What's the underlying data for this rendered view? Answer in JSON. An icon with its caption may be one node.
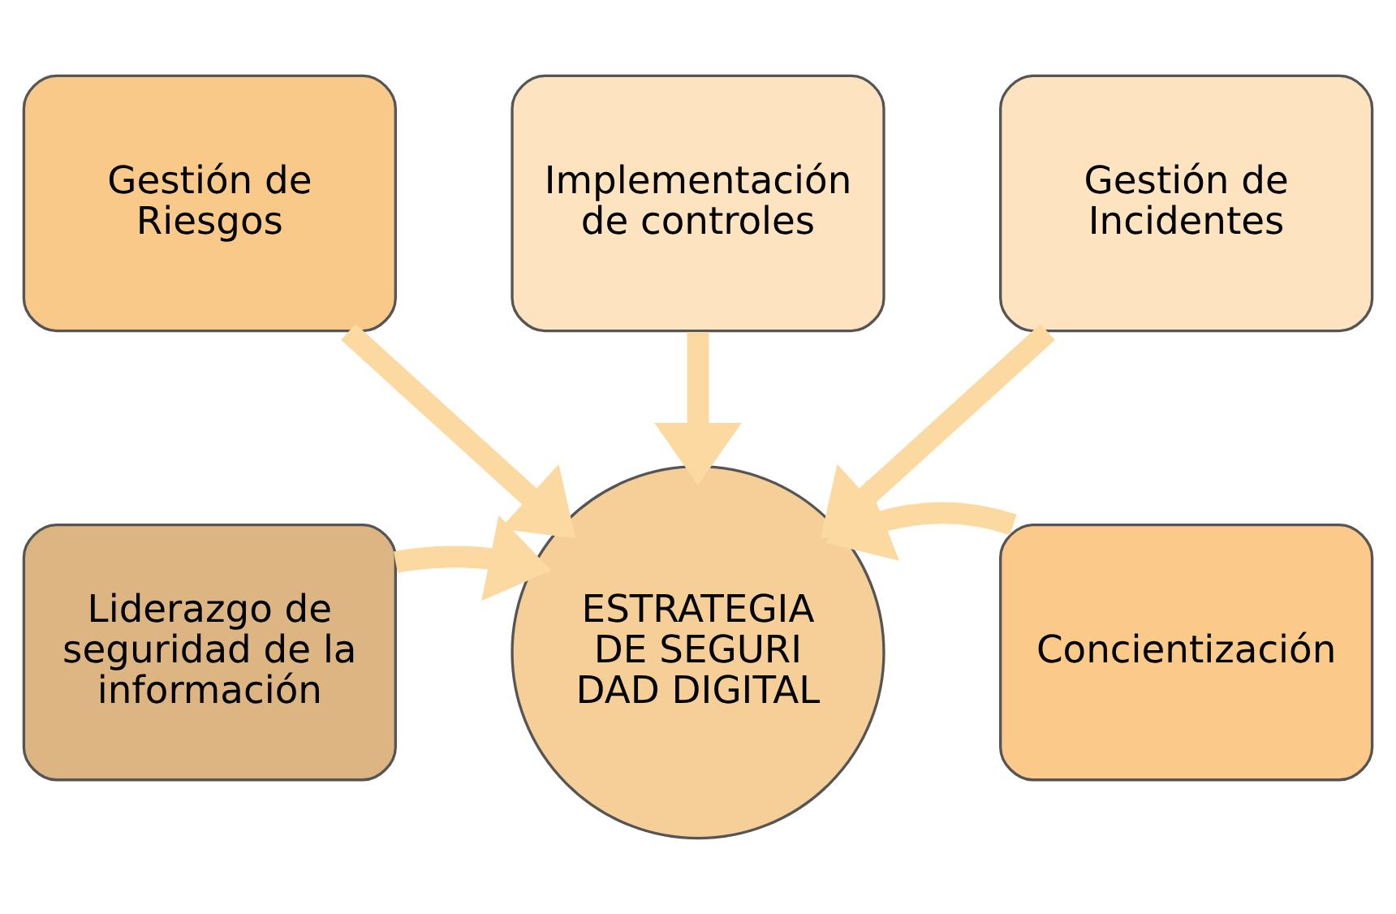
{
  "diagram": {
    "nodes": [
      {
        "text": [
          "Implementación de controles"
        ]
      },
      {
        "text": [
          "Gestión de Riesgos"
        ]
      },
      {
        "text": [
          "Gestión de Incidentes"
        ]
      },
      {
        "text": [
          "Liderazgo de seguridad de la información"
        ]
      },
      {
        "text": [
          "ESTRATEGIA DE SEGURI DAD DIGITAL"
        ]
      },
      {
        "text": [
          "Concientización"
        ]
      }
    ],
    "edges": [
      {
        "from": 1,
        "to": 4,
        "arrow": "to"
      },
      {
        "from": 0,
        "to": 4,
        "arrow": "to"
      },
      {
        "from": 2,
        "to": 4,
        "arrow": "to"
      },
      {
        "from": 3,
        "to": 4,
        "arrow": "to"
      },
      {
        "from": 5,
        "to": 4,
        "arrow": "to"
      }
    ]
  }
}
